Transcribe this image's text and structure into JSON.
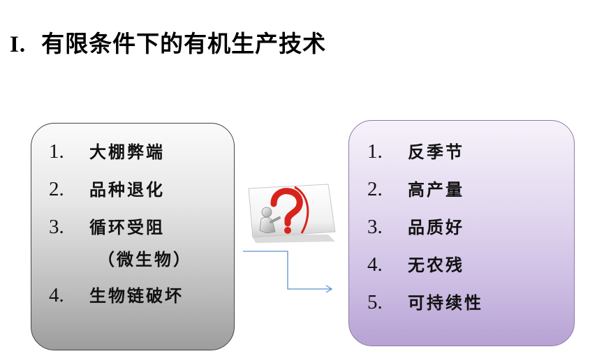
{
  "slide": {
    "title_number": "I.",
    "title_text": "有限条件下的有机生产技术"
  },
  "left_box": {
    "items": [
      {
        "num": "1.",
        "text": "大棚弊端"
      },
      {
        "num": "2.",
        "text": "品种退化"
      },
      {
        "num": "3.",
        "text": "循环受阻",
        "text2": "（微生物）"
      },
      {
        "num": "4.",
        "text": "生物链破坏"
      }
    ]
  },
  "right_box": {
    "items": [
      {
        "num": "1.",
        "text": "反季节"
      },
      {
        "num": "2.",
        "text": "高产量"
      },
      {
        "num": "3.",
        "text": "品质好"
      },
      {
        "num": "4.",
        "text": "无农残"
      },
      {
        "num": "5.",
        "text": "可持续性"
      }
    ]
  },
  "icons": {
    "question": "question-mark-figure-icon",
    "arrow": "connector-arrow-icon"
  },
  "colors": {
    "question_red": "#d8231c",
    "arrow_blue": "#5b8fd0",
    "right_box_purple": "#cbbbe2",
    "left_box_gray": "#bcbcbc"
  }
}
